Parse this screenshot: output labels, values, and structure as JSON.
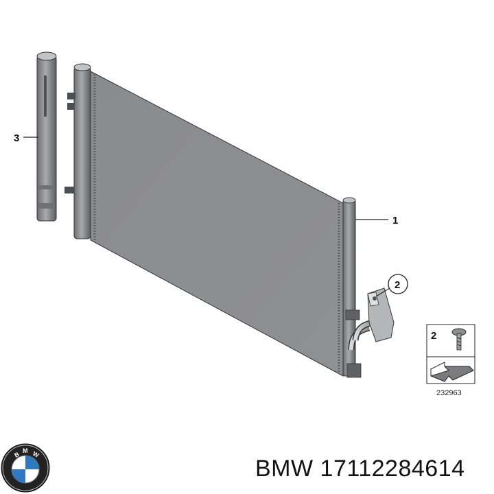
{
  "callouts": [
    {
      "number": "1",
      "part": "condenser"
    },
    {
      "number": "2",
      "part": "bracket"
    },
    {
      "number": "3",
      "part": "dryer"
    }
  ],
  "detail_box": {
    "number": "2",
    "icon": "screw-icon",
    "arrow_icon": "assembly-arrow-icon"
  },
  "diagram_code": "232963",
  "footer": {
    "brand_logo": "bmw-logo",
    "logo_letters": "BMW",
    "text": "BMW 17112284614"
  },
  "colors": {
    "part_body": "#8e8f92",
    "part_dark": "#5f6063",
    "part_light": "#b3b4b7",
    "line": "#222222"
  }
}
